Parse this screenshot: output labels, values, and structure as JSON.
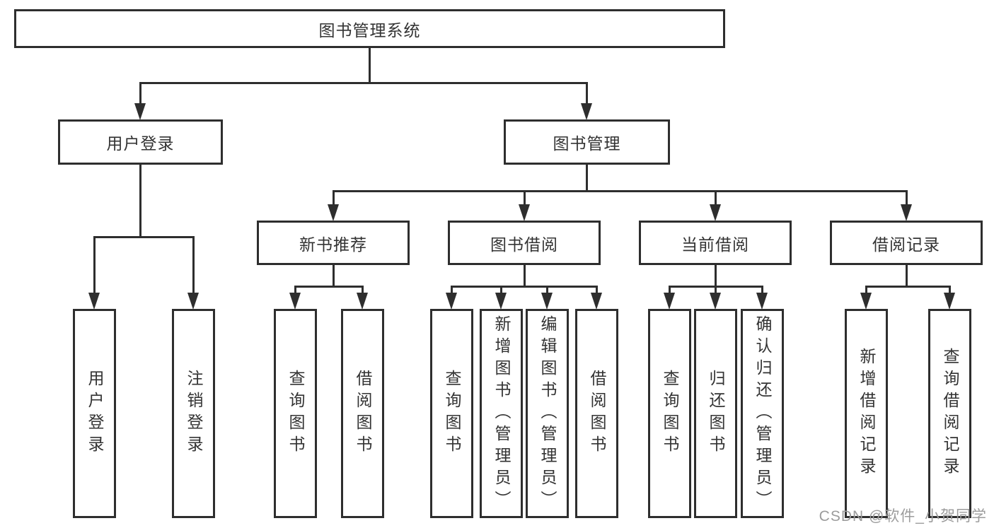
{
  "tree": {
    "root": {
      "label": "图书管理系统"
    },
    "children": [
      {
        "label": "用户登录",
        "children": [
          {
            "label": "用户登录"
          },
          {
            "label": "注销登录"
          }
        ]
      },
      {
        "label": "图书管理",
        "children": [
          {
            "label": "新书推荐",
            "children": [
              {
                "label": "查询图书"
              },
              {
                "label": "借阅图书"
              }
            ]
          },
          {
            "label": "图书借阅",
            "children": [
              {
                "label": "查询图书"
              },
              {
                "label": "新增图书（管理员）"
              },
              {
                "label": "编辑图书（管理员）"
              },
              {
                "label": "借阅图书"
              }
            ]
          },
          {
            "label": "当前借阅",
            "children": [
              {
                "label": "查询图书"
              },
              {
                "label": "归还图书"
              },
              {
                "label": "确认归还（管理员）"
              }
            ]
          },
          {
            "label": "借阅记录",
            "children": [
              {
                "label": "新增借阅记录"
              },
              {
                "label": "查询借阅记录"
              }
            ]
          }
        ]
      }
    ]
  },
  "watermark": {
    "text": "CSDN @软件_小贺同学"
  },
  "colors": {
    "line": "#2e2e2e",
    "text": "#333333",
    "box_bg": "#ffffff",
    "background": "#ffffff",
    "watermark": "#9c9c9c"
  }
}
